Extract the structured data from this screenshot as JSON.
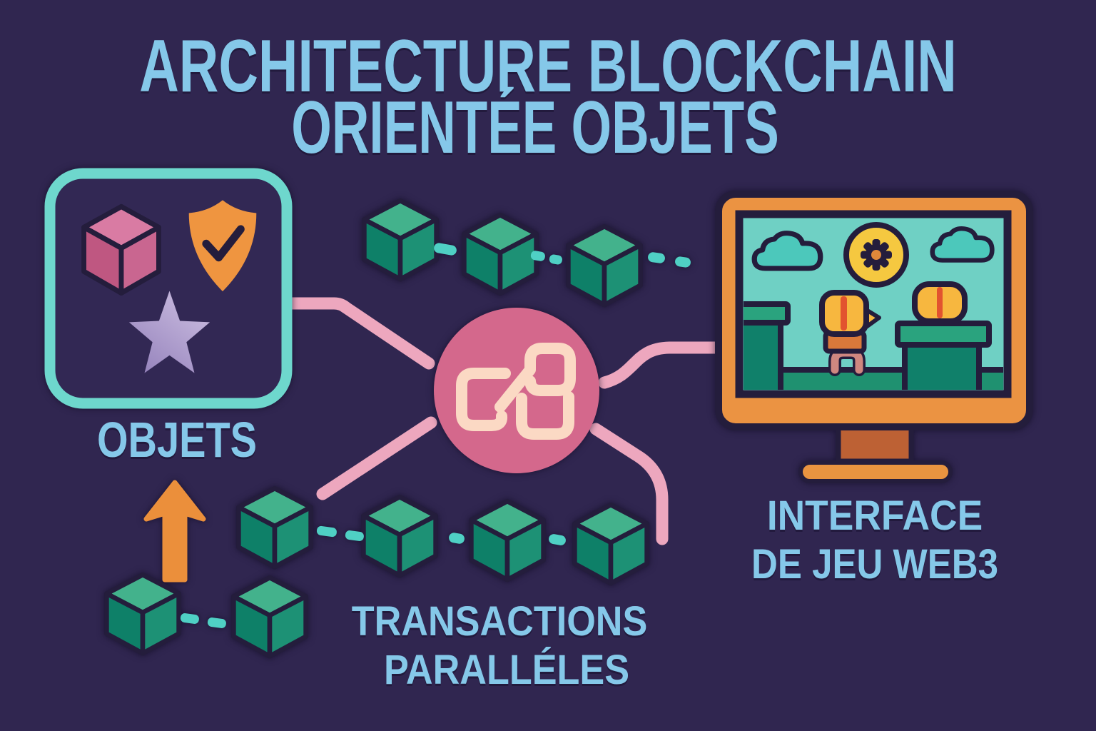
{
  "title": {
    "line1": "ARCHITECTURE BLOCKCHAIN",
    "line2": "ORIENTÉE OBJETS"
  },
  "panels": {
    "objects": {
      "label": "OBJETS",
      "icons": [
        "cube-icon",
        "shield-check-icon",
        "star-icon"
      ]
    },
    "hub": {
      "icon": "chain-link-icon"
    },
    "game": {
      "label_line1": "INTERFACE",
      "label_line2": "DE JEU WEB3",
      "screen_icons": [
        "cloud-icon",
        "gear-sun-icon",
        "cloud-icon",
        "game-character-icon",
        "collectible-icon",
        "platforms"
      ]
    },
    "transactions": {
      "label_line1": "TRANSACTIONS",
      "label_line2": "PARALLÉLES"
    }
  },
  "chains": {
    "top_chain_blocks": 3,
    "parallel_chain_blocks": 4,
    "base_chain_blocks": 2
  },
  "colors": {
    "bg": "#302650",
    "bg_panel": "#322854",
    "outline": "#241d3c",
    "label": "#85c8e9",
    "panel_border": "#6ed7cd",
    "dash": "#4fd0c4",
    "cube_top": "#43b28c",
    "cube_left": "#0e8068",
    "cube_right": "#1d9175",
    "pink_cube_top": "#d97ba3",
    "pink_cube_left": "#bf5781",
    "pink_cube_right": "#c96690",
    "shield": "#ef9540",
    "star_light": "#c9bbdf",
    "star_dark": "#927fba",
    "hub": "#d4688c",
    "hub_icon": "#fbd9c4",
    "connector": "#eda7be",
    "arrow": "#eb8f3b",
    "monitor_frame": "#eb9342",
    "screen": "#6fd0c4",
    "cloud": "#4cc8bb",
    "sun": "#f5c840",
    "gear_hub": "#e0883a",
    "platform": "#10806a",
    "platform_cap": "#2aa37e",
    "ground": "#1f9170",
    "char_yellow": "#f7b73f",
    "char_red": "#e2532f",
    "char_torso": "#d9793a",
    "char_legs": "#cf8780",
    "stand_neck": "#bd6134",
    "stand_base": "#e99440"
  }
}
